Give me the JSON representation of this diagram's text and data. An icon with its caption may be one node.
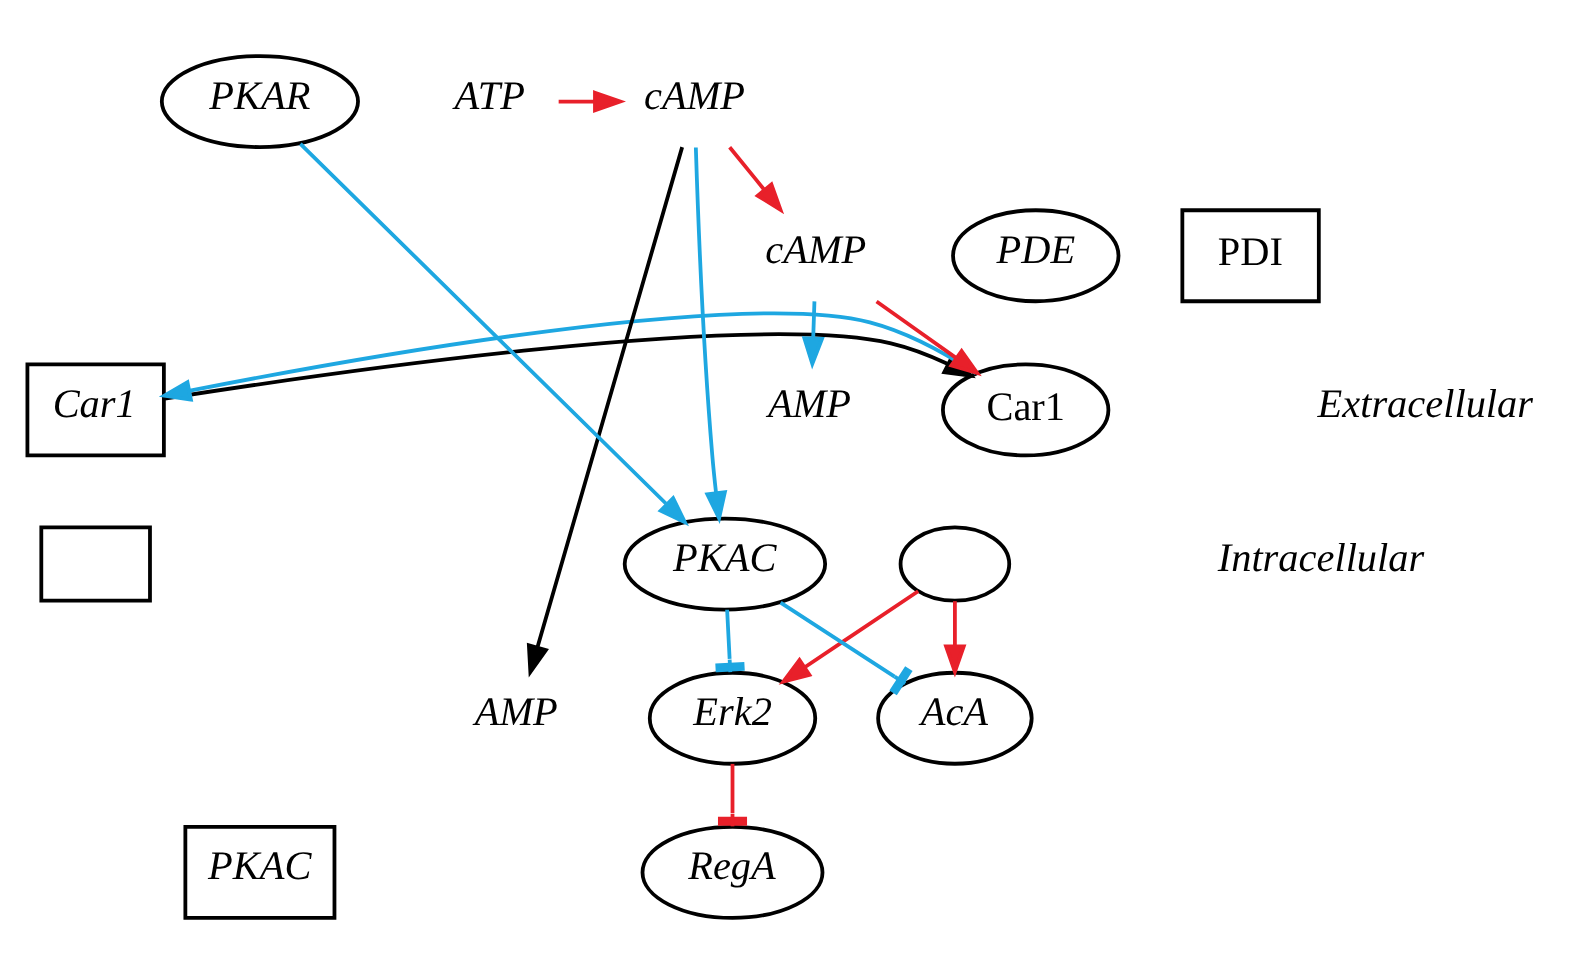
{
  "diagram": {
    "nodes": [
      {
        "text": [
          "Car1"
        ]
      },
      {
        "text": [],
        "shape": "box"
      },
      {
        "text": [
          "Car1"
        ]
      },
      {
        "text": [],
        "shape": "circle"
      },
      {
        "text": [
          "cAMP"
        ]
      },
      {
        "text": [
          "AMP"
        ]
      },
      {
        "text": [
          "PDE"
        ]
      },
      {
        "text": [
          "PDI"
        ]
      },
      {
        "text": [
          "AcA"
        ]
      },
      {
        "text": [
          "ATP"
        ]
      },
      {
        "text": [
          "cAMP"
        ]
      },
      {
        "text": [
          "RegA"
        ]
      },
      {
        "text": [
          "AMP"
        ]
      },
      {
        "text": [
          "Erk2"
        ]
      },
      {
        "text": [
          "PKAR"
        ]
      },
      {
        "text": [
          "PKAC"
        ]
      },
      {
        "text": [
          "PKAC"
        ]
      }
    ],
    "edges": [
      {
        "from": 0,
        "to": 2,
        "arrow": "to",
        "color": "#000000"
      },
      {
        "from": 2,
        "to": 0,
        "arrow": "to",
        "color": "#1ea7e1"
      },
      {
        "from": 4,
        "to": 2,
        "arrow": "to",
        "color": "#e8202a"
      },
      {
        "from": 10,
        "to": 4,
        "arrow": "to",
        "color": "#e8202a"
      },
      {
        "from": 4,
        "to": 5,
        "arrow": "to",
        "color": "#1ea7e1"
      },
      {
        "from": 3,
        "to": 8,
        "arrow": "to",
        "color": "#e8202a"
      },
      {
        "from": 3,
        "to": 13,
        "arrow": "to",
        "color": "#e8202a"
      },
      {
        "from": 9,
        "to": 10,
        "arrow": "to",
        "color": "#e8202a"
      },
      {
        "from": 10,
        "to": 12,
        "arrow": "to",
        "color": "#000000"
      },
      {
        "from": 13,
        "to": 11,
        "arrow": "other",
        "color": "#e8202a"
      },
      {
        "from": 16,
        "to": 13,
        "arrow": "other",
        "color": "#1ea7e1"
      },
      {
        "from": 16,
        "to": 8,
        "arrow": "other",
        "color": "#1ea7e1"
      },
      {
        "from": 10,
        "to": 16,
        "arrow": "to",
        "color": "#1ea7e1"
      },
      {
        "from": 14,
        "to": 16,
        "arrow": "to",
        "color": "#1ea7e1"
      }
    ],
    "labels": [
      "Extracellular",
      "Intracellular"
    ]
  }
}
